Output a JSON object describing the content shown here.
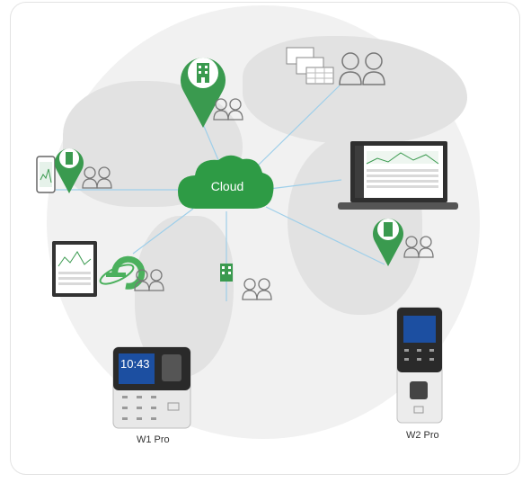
{
  "hub": {
    "label": "Cloud"
  },
  "devices": [
    {
      "label": "W1 Pro"
    },
    {
      "label": "W2 Pro"
    }
  ],
  "device_screens": {
    "w1_time": "10:43"
  },
  "colors": {
    "green": "#3a9a4f",
    "cloud_green": "#2e9b45",
    "line_blue": "#9ecfea",
    "gray": "#9a9a9a"
  }
}
